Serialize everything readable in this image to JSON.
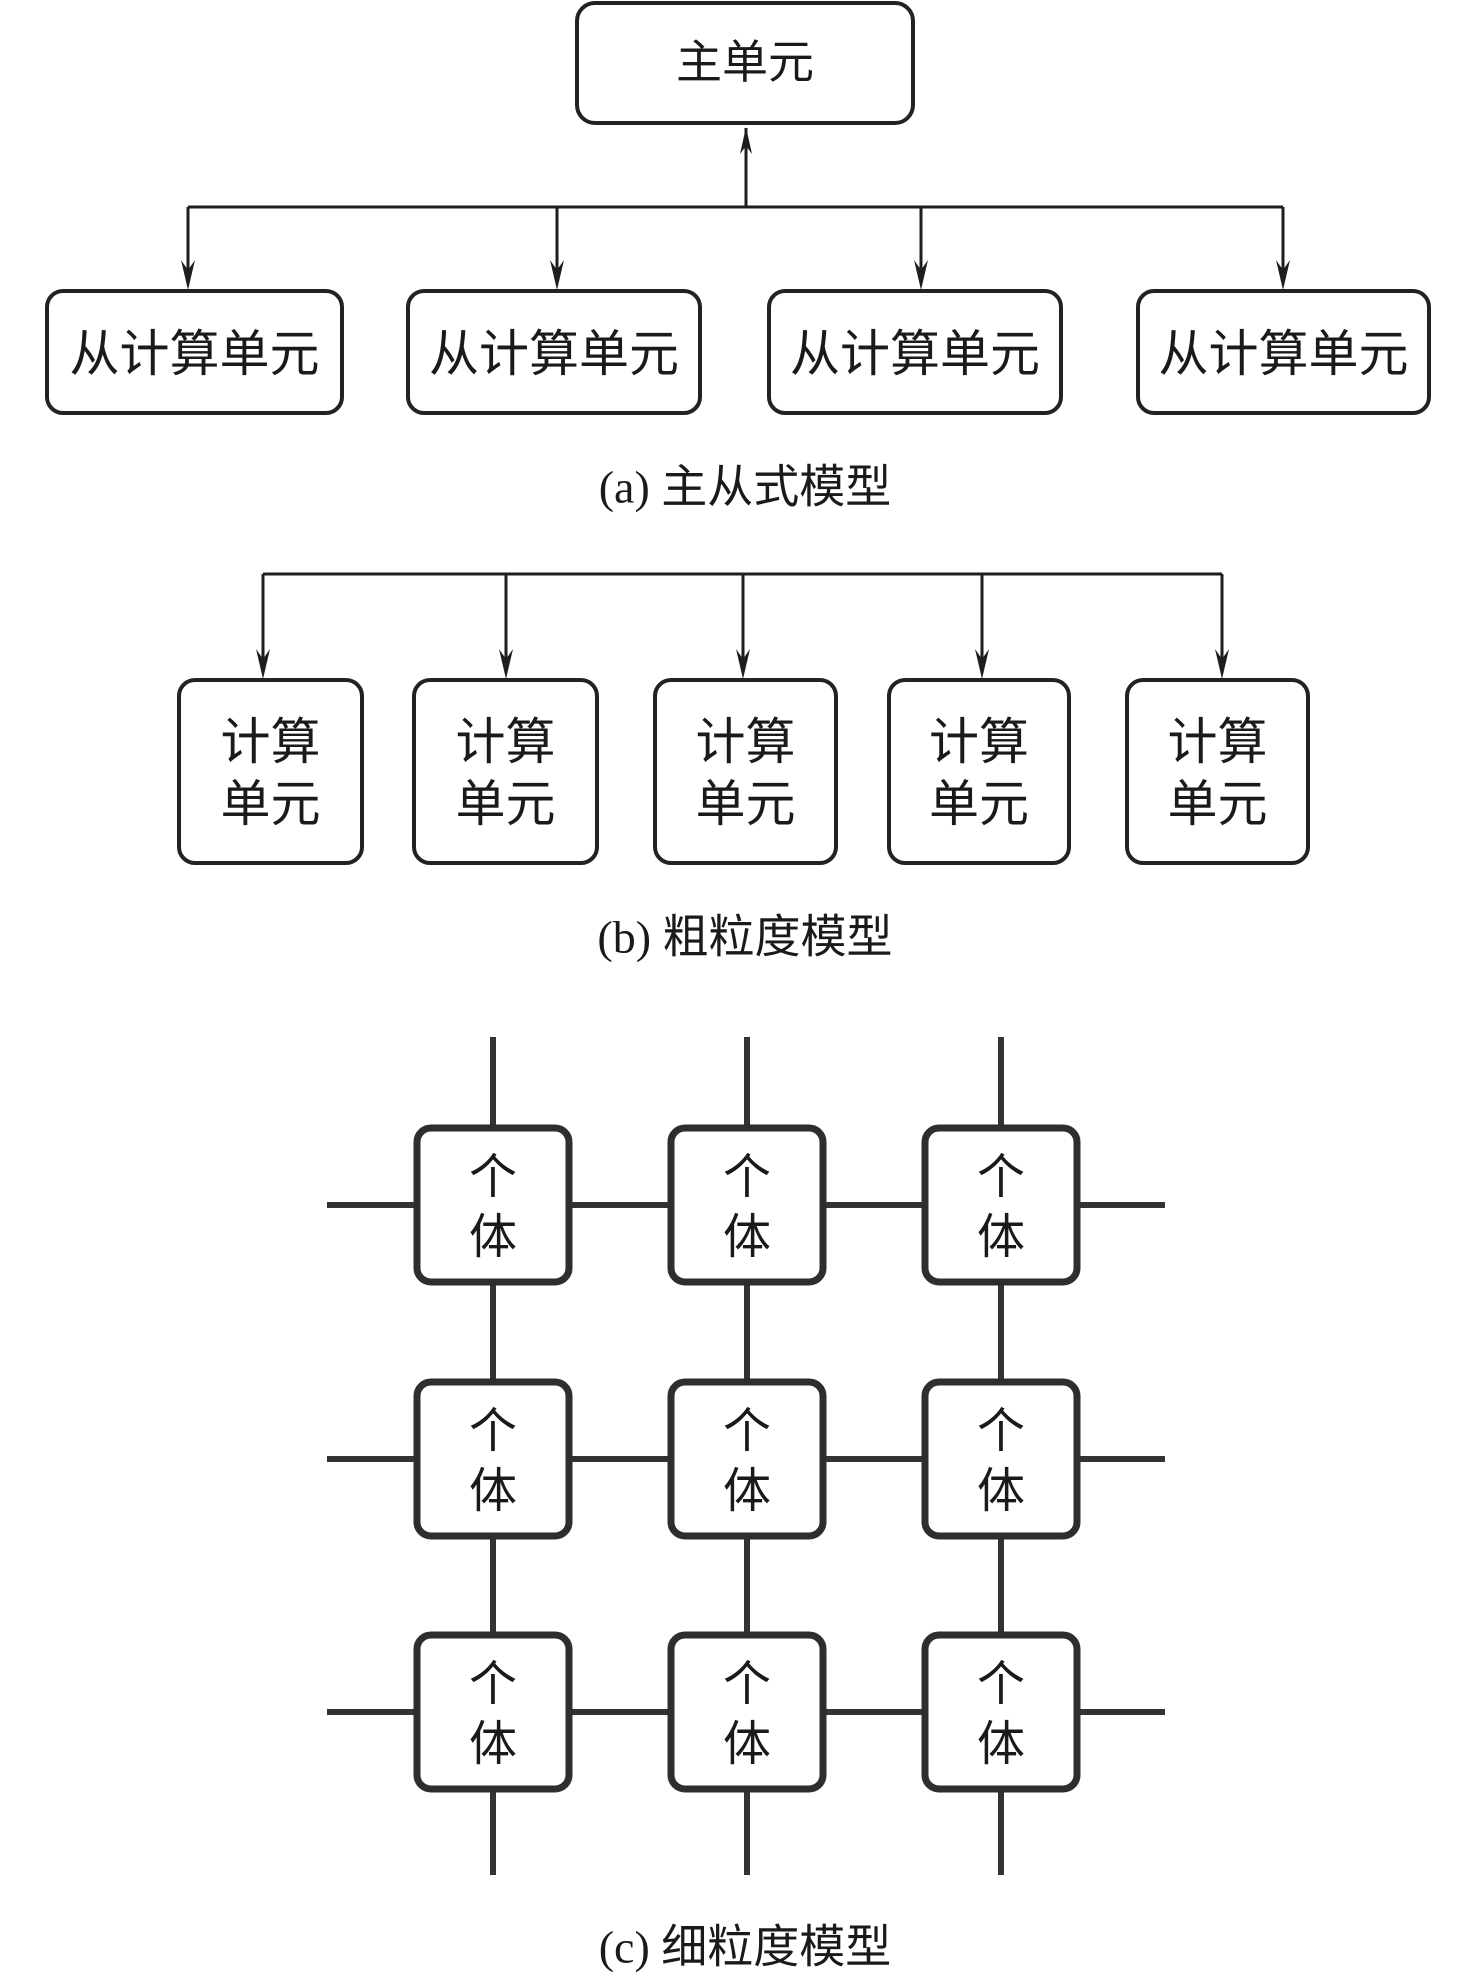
{
  "panel_a": {
    "master_label": "主单元",
    "slave_labels": [
      "从计算单元",
      "从计算单元",
      "从计算单元",
      "从计算单元"
    ],
    "caption": "(a) 主从式模型"
  },
  "panel_b": {
    "unit_labels": [
      [
        "计算",
        "单元"
      ],
      [
        "计算",
        "单元"
      ],
      [
        "计算",
        "单元"
      ],
      [
        "计算",
        "单元"
      ],
      [
        "计算",
        "单元"
      ]
    ],
    "caption": "(b) 粗粒度模型"
  },
  "panel_c": {
    "grid_rows": 3,
    "grid_cols": 3,
    "cell_label": [
      "个",
      "体"
    ],
    "caption": "(c) 细粒度模型"
  }
}
